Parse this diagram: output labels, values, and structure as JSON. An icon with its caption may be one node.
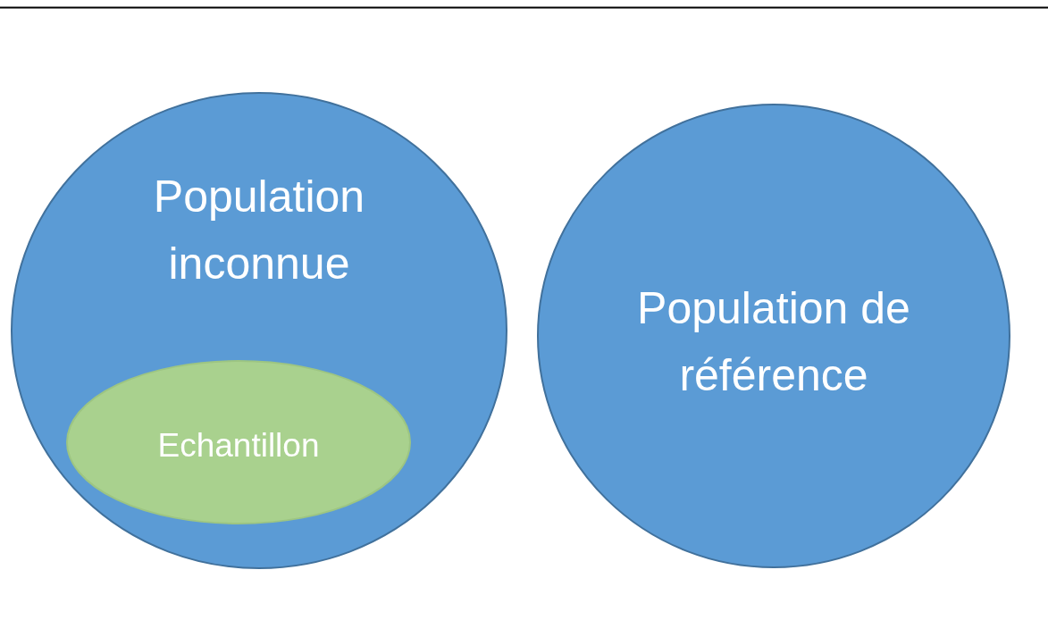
{
  "diagram": {
    "nodes": [
      {
        "text": [
          "Population inconnue"
        ]
      },
      {
        "text": [
          "Echantillon"
        ],
        "in": 0
      },
      {
        "text": [
          "Population de référence"
        ]
      }
    ]
  }
}
